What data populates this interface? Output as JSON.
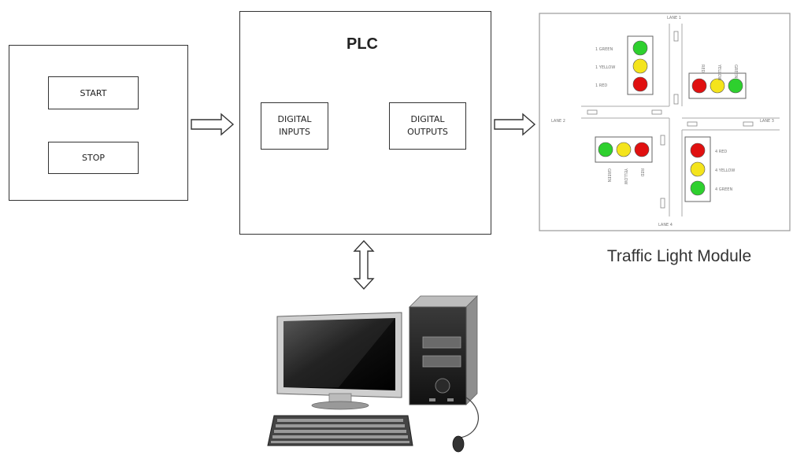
{
  "switch_panel": {
    "start_label": "START",
    "stop_label": "STOP"
  },
  "plc": {
    "title": "PLC",
    "inputs_line1": "DIGITAL",
    "inputs_line2": "INPUTS",
    "outputs_line1": "DIGITAL",
    "outputs_line2": "OUTPUTS"
  },
  "traffic_module": {
    "caption": "Traffic Light Module",
    "lanes": {
      "lane1": "LANE 1",
      "lane2": "LANE 2",
      "lane3": "LANE 3",
      "lane4": "LANE 4"
    },
    "light_labels": {
      "green": "GREEN",
      "yellow": "YELLOW",
      "red": "RED",
      "lane1_green": "1 GREEN",
      "lane1_yellow": "1 YELLOW",
      "lane1_red": "1 RED",
      "lane4_red": "4 RED",
      "lane4_yellow": "4 YELLOW",
      "lane4_green": "4 GREEN"
    },
    "colors": {
      "red": "#e01010",
      "yellow": "#f4e41c",
      "green": "#2ed02e"
    }
  },
  "icons": [
    "desktop-computer-icon",
    "bidirectional-arrow-icon",
    "right-arrow-icon"
  ]
}
